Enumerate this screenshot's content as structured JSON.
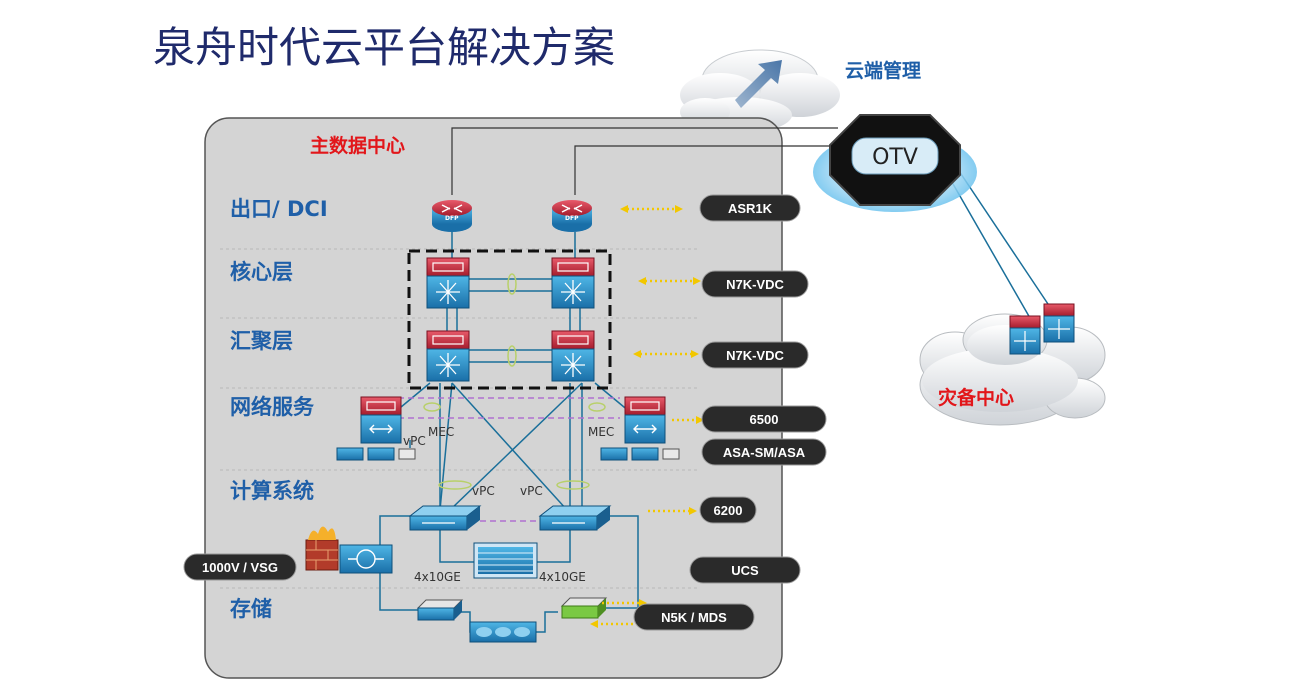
{
  "title": "泉舟时代云平台解决方案",
  "cloud_mgmt_label": "云端管理",
  "main_dc_label": "主数据中心",
  "dr_center_label": "灾备中心",
  "otv_label": "OTV",
  "layers": {
    "exit": "出口/ DCI",
    "core": "核心层",
    "aggregation": "汇聚层",
    "network_services": "网络服务",
    "compute": "计算系统",
    "storage": "存储"
  },
  "device_labels": {
    "asr1k": "ASR1K",
    "n7k_vdc_core": "N7K-VDC",
    "n7k_vdc_agg": "N7K-VDC",
    "c6500": "6500",
    "asa": "ASA-SM/ASA",
    "fi6200": "6200",
    "ucs": "UCS",
    "n1000v": "1000V / VSG",
    "n5k_mds": "N5K / MDS"
  },
  "link_labels": {
    "mec_left": "MEC",
    "mec_right": "MEC",
    "vpc_left_service": "vPC",
    "vpc_left": "vPC",
    "vpc_right": "vPC",
    "ge_left": "4x10GE",
    "ge_right": "4x10GE"
  },
  "router_badge": "DFP",
  "colors": {
    "title": "#1f2a6b",
    "layer_text": "#1f5fa8",
    "red_label": "#e2161a",
    "panel_bg": "#d4d4d4",
    "pill_bg": "#2a2a2a",
    "device_red": "#c0283a",
    "device_blue": "#1e8cc8",
    "link_blue": "#1a6f9a",
    "dashed_purple": "#b070d0",
    "arrow_yellow": "#f2c700"
  }
}
